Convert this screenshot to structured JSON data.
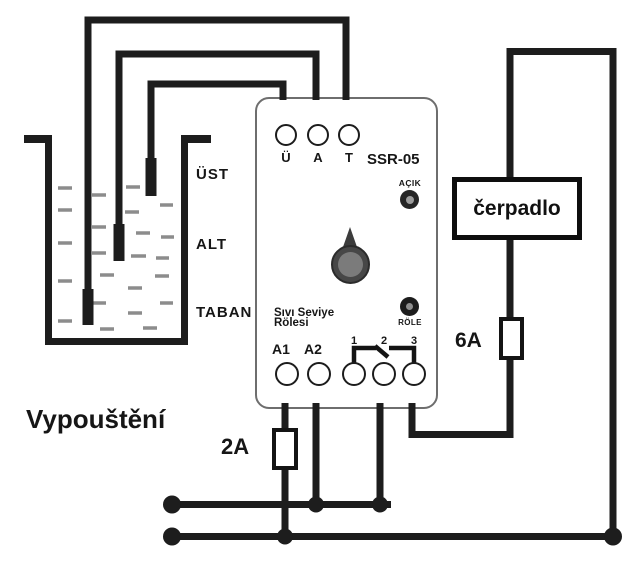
{
  "tank": {
    "level_labels": [
      "ÜST",
      "ALT",
      "TABAN"
    ]
  },
  "relay": {
    "model": "SSR-05",
    "top_terminals": [
      "Ü",
      "A",
      "T"
    ],
    "power_led_label": "AÇIK",
    "relay_led_label": "RÖLE",
    "device_name_line1": "Sıvı Seviye",
    "device_name_line2": "Rölesi",
    "terminal_a1": "A1",
    "terminal_a2": "A2",
    "contact_terminals": [
      "1",
      "2",
      "3"
    ]
  },
  "pump": {
    "label": "čerpadlo",
    "fuse_rating": "6A"
  },
  "supply": {
    "fuse_rating": "2A",
    "caption": "Vypouštění"
  },
  "colors": {
    "wire": "#1d1d1d",
    "relay_border": "#6e6e6e",
    "knob_outer": "#474747",
    "knob_inner": "#7b7b7b",
    "led_core": "#9c9c9c",
    "water_dash": "#8c8c8c"
  }
}
